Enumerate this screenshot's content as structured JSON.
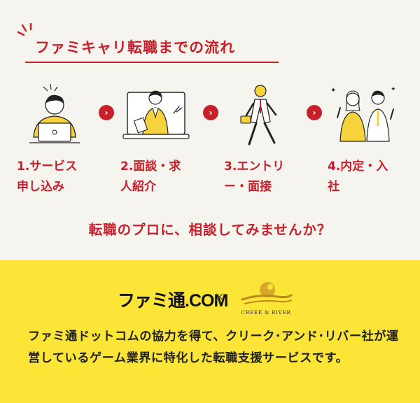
{
  "header": {
    "title": "ファミキャリ転職までの流れ"
  },
  "steps": [
    {
      "line1": "1.サービス",
      "line2": "申し込み",
      "icon": "laptop-person-icon"
    },
    {
      "line1": "2.面談・求",
      "line2": "人紹介",
      "icon": "video-interview-icon"
    },
    {
      "line1": "3.エントリ",
      "line2": "ー・面接",
      "icon": "walking-businessman-icon"
    },
    {
      "line1": "4.内定・入",
      "line2": "社",
      "icon": "celebrating-pair-icon"
    }
  ],
  "arrow_glyph": "›",
  "cta": "転職のプロに、相談してみませんか？",
  "logos": {
    "famitsu": "ファミ通.COM",
    "separator": "×",
    "creek_river": "CREEK & RIVER"
  },
  "description": "ファミ通ドットコムの協力を得て、クリーク･アンド･リバー社が運営しているゲーム業界に特化した転職支援サービスです。",
  "colors": {
    "accent": "#c8202a",
    "yellow": "#fde537",
    "background": "#f6f4ee"
  }
}
